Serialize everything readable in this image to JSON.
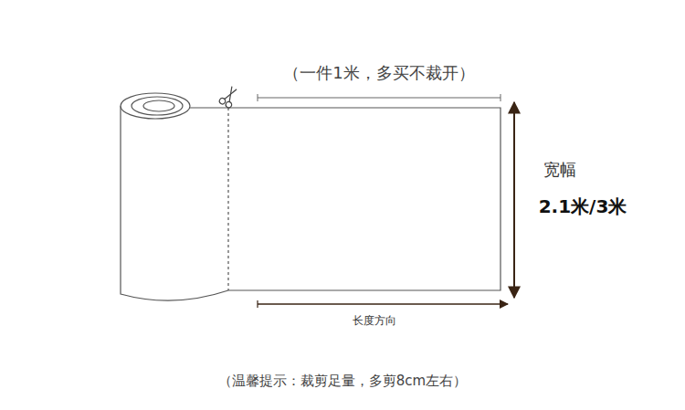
{
  "diagram": {
    "labels": [
      "（一件1米，多买不裁开）",
      "宽幅",
      "2.1米/3米",
      "长度方向",
      "（温馨提示：裁剪足量，多剪8cm左右）"
    ]
  }
}
